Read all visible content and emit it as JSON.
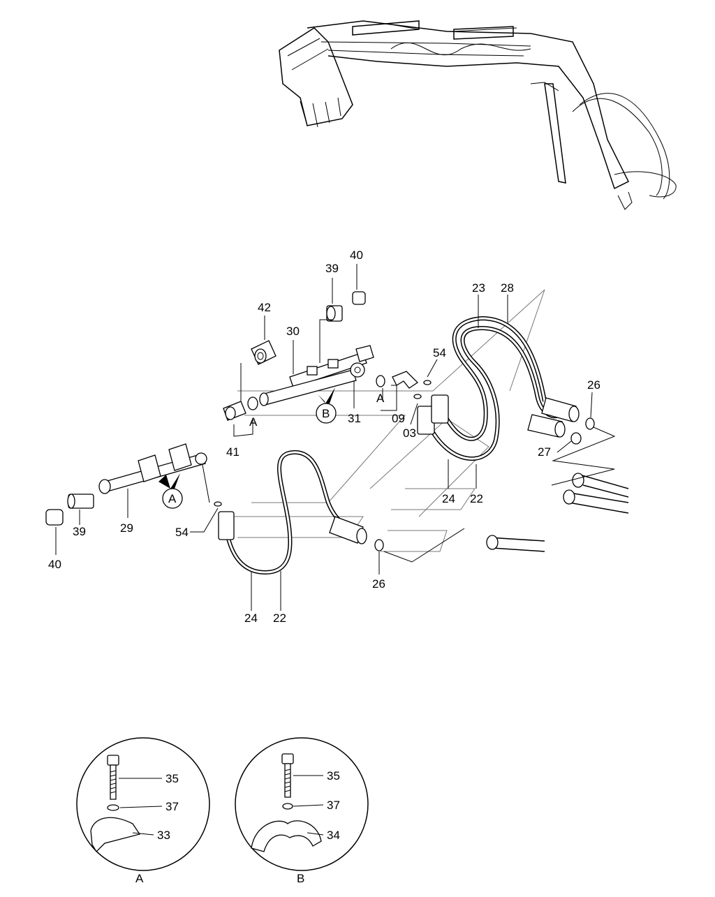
{
  "labels": {
    "p40a": "40",
    "p39a": "39",
    "p42": "42",
    "p30": "30",
    "p54a": "54",
    "p23": "23",
    "p28": "28",
    "p26a": "26",
    "p27": "27",
    "a1": "A",
    "a2": "A",
    "b1": "B",
    "p41": "41",
    "p31": "31",
    "p09": "09",
    "p03": "03",
    "p24a": "24",
    "p22a": "22",
    "pA": "A",
    "p29": "29",
    "p54b": "54",
    "p40b": "40",
    "p39b": "39",
    "p24b": "24",
    "p22b": "22",
    "p26b": "26",
    "dA35": "35",
    "dA37": "37",
    "dA33": "33",
    "dAcap": "A",
    "dB35": "35",
    "dB37": "37",
    "dB34": "34",
    "dBcap": "B"
  }
}
